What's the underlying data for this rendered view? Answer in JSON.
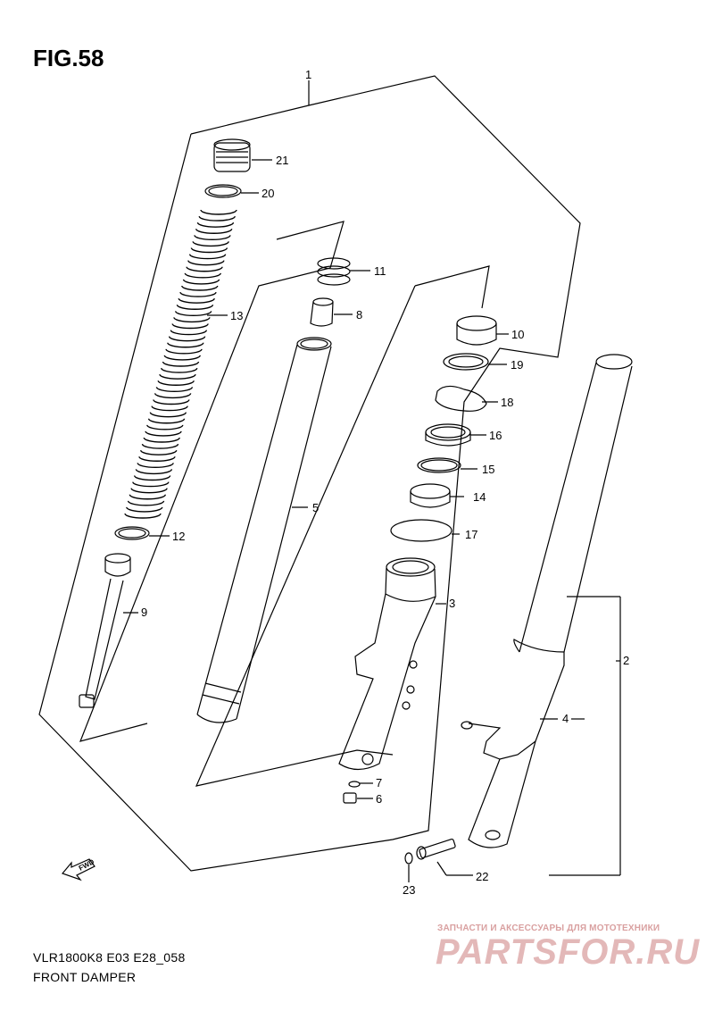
{
  "figure": {
    "title": "FIG.58",
    "code": "VLR1800K8 E03 E28_058",
    "name": "FRONT DAMPER"
  },
  "callouts": [
    "1",
    "2",
    "3",
    "4",
    "5",
    "6",
    "7",
    "8",
    "9",
    "10",
    "11",
    "12",
    "13",
    "14",
    "15",
    "16",
    "17",
    "18",
    "19",
    "20",
    "21",
    "22",
    "23"
  ],
  "fwd_label": "FWD",
  "watermark": {
    "tagline": "ЗАПЧАСТИ И АКСЕССУАРЫ ДЛЯ МОТОТЕХНИКИ",
    "brand": "PARTSFOR.RU"
  },
  "colors": {
    "line": "#000000",
    "background": "#ffffff",
    "watermark": "#e3b8b8"
  }
}
